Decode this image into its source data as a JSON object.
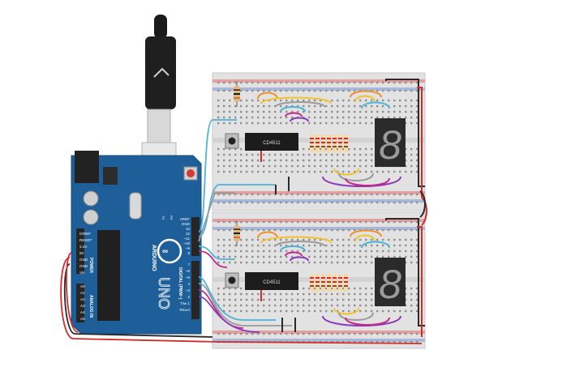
{
  "arduino": {
    "brand": "ARDUINO",
    "model": "UNO",
    "power_label": "POWER",
    "analog_label": "ANALOG IN",
    "digital_label": "DIGITAL (PWM~)",
    "tx_label": "TX",
    "rx_label": "RX",
    "power_pins": [
      "IOREF",
      "RESET",
      "3.3V",
      "5V",
      "GND",
      "GND",
      "Vin"
    ],
    "analog_pins": [
      "A0",
      "A1",
      "A2",
      "A3",
      "A4",
      "A5"
    ],
    "digital_top": [
      "AREF",
      "GND",
      "13",
      "12",
      "~11",
      "~10",
      "~9",
      "8"
    ],
    "digital_bottom": [
      "7",
      "~6",
      "~5",
      "4",
      "~3",
      "2",
      "TX▸ 1",
      "RX◂ 0"
    ]
  },
  "chips": [
    {
      "label": "CD4511"
    },
    {
      "label": "CD4511"
    }
  ],
  "displays": [
    {
      "digit": "8"
    },
    {
      "digit": "8"
    }
  ],
  "colors": {
    "board_blue": "#1e5f9a",
    "wire_red": "#d42a2a",
    "wire_black": "#2a2a2a",
    "wire_cyan": "#4fb3d9",
    "wire_orange": "#f0902a",
    "wire_yellow": "#f2c230",
    "wire_purple": "#8a3ab9",
    "wire_magenta": "#c02a8a",
    "wire_grey": "#9a9a9a"
  }
}
